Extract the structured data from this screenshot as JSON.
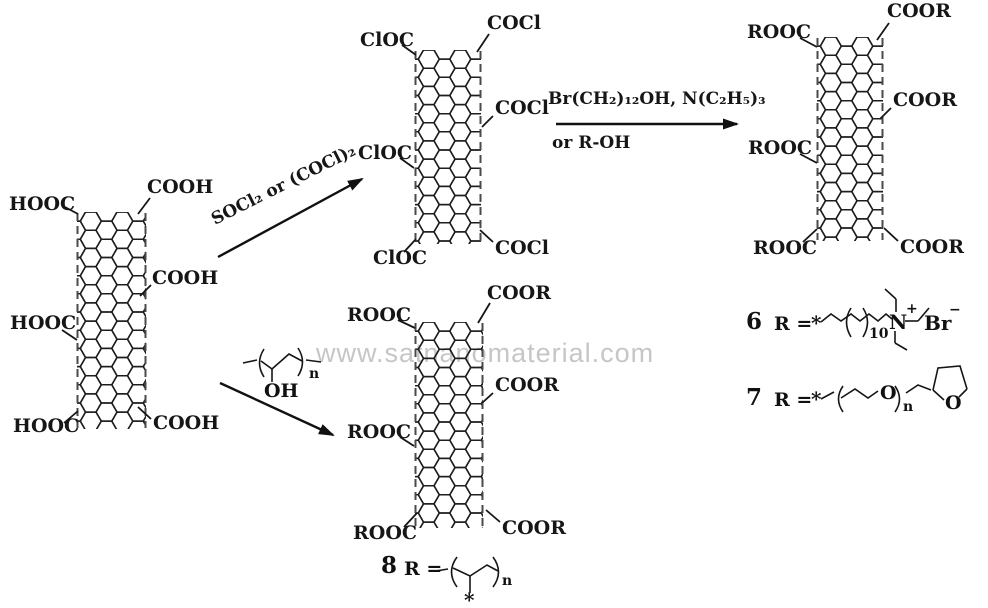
{
  "watermark": "www.satnanomaterial.com",
  "molecules": {
    "cnt_cooh": {
      "groups": {
        "top_left": "HOOC",
        "top_right": "COOH",
        "mid_right": "COOH",
        "mid_left": "HOOC",
        "bottom_left": "HOOC",
        "bottom_right": "COOH"
      }
    },
    "cnt_cocl": {
      "groups": {
        "top_left": "ClOC",
        "top_right": "COCl",
        "mid_right": "COCl",
        "mid_left": "ClOC",
        "bottom_left": "ClOC",
        "bottom_right": "COCl"
      }
    },
    "cnt_ester_right": {
      "groups": {
        "top_left": "ROOC",
        "top_right": "COOR",
        "mid_right": "COOR",
        "mid_left": "ROOC",
        "bottom_left": "ROOC",
        "bottom_right": "COOR"
      }
    },
    "cnt_ester_bottom": {
      "groups": {
        "top_left": "ROOC",
        "top_right": "COOR",
        "mid_right": "COOR",
        "mid_left": "ROOC",
        "bottom_left": "ROOC",
        "bottom_right": "COOR"
      }
    }
  },
  "reactions": {
    "chlorination": {
      "label": "SOCl₂ or (COCl)₂"
    },
    "esterification": {
      "line1": "Br(CH₂)₁₂OH, N(C₂H₅)₃",
      "line2": "or R-OH"
    },
    "polymer_esterification": {
      "hydroxyl": "OH",
      "subscript": "n"
    }
  },
  "legend": {
    "item6": {
      "number": "6",
      "r_label": "R =",
      "star": "*",
      "chain_subscript": "10",
      "nitrogen": "N",
      "charge": "+",
      "counterion": "Br",
      "counterion_charge": "−"
    },
    "item7": {
      "number": "7",
      "r_label": "R =",
      "star": "*",
      "ether_oxygen": "O",
      "chain_subscript": "n",
      "ring_oxygen": "O"
    },
    "item8": {
      "number": "8",
      "r_label": "R =",
      "chain_subscript": "n",
      "star": "*"
    }
  }
}
